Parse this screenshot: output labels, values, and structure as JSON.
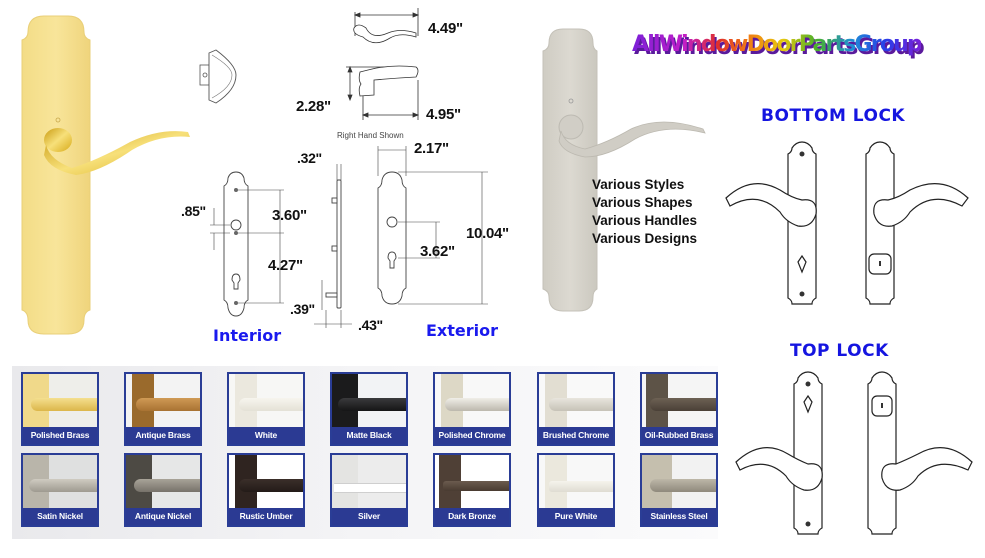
{
  "logo": {
    "text": "AllWindowDoorPartsGroup"
  },
  "drawing": {
    "note": "Right Hand Shown",
    "dimensions": {
      "lever_top_width": "4.49\"",
      "lever_height": "2.28\"",
      "lever_length": "4.95\"",
      "plate_thickness": ".32\"",
      "plate_width": "2.17\"",
      "hole_offset": ".85\"",
      "upper_spacing": "3.60\"",
      "lower_spacing": "4.27\"",
      "plate_height": "10.04\"",
      "exterior_spacing": "3.62\"",
      "spindle_offset": ".39\"",
      "spindle_depth": ".43\""
    },
    "interior_label": "Interior",
    "exterior_label": "Exterior"
  },
  "features": [
    "Various Styles",
    "Various Shapes",
    "Various Handles",
    "Various Designs"
  ],
  "locks": {
    "bottom_title": "BOTTOM LOCK",
    "top_title": "TOP LOCK"
  },
  "finishes": {
    "row1": [
      {
        "label": "Polished Brass",
        "plate": "#f0d98a",
        "bar": "#e6c25a",
        "bg": "#f4f1ea"
      },
      {
        "label": "Antique Brass",
        "plate": "#9a6a2c",
        "bar": "#c08a45",
        "bg": "#f3f3f3"
      },
      {
        "label": "White",
        "plate": "#eeece2",
        "bar": "#f3f1e8",
        "bg": "#f6f6f4"
      },
      {
        "label": "Matte Black",
        "plate": "#1b1b1c",
        "bar": "#262628",
        "bg": "#f2f3f5"
      },
      {
        "label": "Polished Chrome",
        "plate": "#ddd8c6",
        "bar": "#d9d6cf",
        "bg": "#f8f8f8"
      },
      {
        "label": "Brushed Chrome",
        "plate": "#e2ded2",
        "bar": "#d8d5cc",
        "bg": "#f9f9f9"
      },
      {
        "label": "Oil-Rubbed Brass",
        "plate": "#5d5347",
        "bar": "#5b4f43",
        "bg": "#f5f5f5"
      }
    ],
    "row2": [
      {
        "label": "Satin Nickel",
        "plate": "#b9b5aa",
        "bar": "#b5b1a6",
        "bg": "#dfe0e0"
      },
      {
        "label": "Antique Nickel",
        "plate": "#4d4a44",
        "bar": "#8f8a80",
        "bg": "#e6e7e7"
      },
      {
        "label": "Rustic Umber",
        "plate": "#2f2420",
        "bar": "#2e2420",
        "bg": "#ffffff"
      },
      {
        "label": "Silver",
        "plate": "#e4e4e2",
        "bar": "#ffffff",
        "bg": "#eeeeee"
      },
      {
        "label": "Dark Bronze",
        "plate": "#4f4036",
        "bar": "#5b4c40",
        "bg": "#ffffff"
      },
      {
        "label": "Pure White",
        "plate": "#ebe8dd",
        "bar": "#f0eee6",
        "bg": "#f8f8f8"
      },
      {
        "label": "Stainless Steel",
        "plate": "#c5bfae",
        "bar": "#a8a294",
        "bg": "#f2f2f2"
      }
    ]
  },
  "colors": {
    "label_blue": "#1a1aee",
    "caption_bar": "#2b3a93",
    "brass": "#f2dd8c",
    "satin": "#d6d4cc"
  }
}
